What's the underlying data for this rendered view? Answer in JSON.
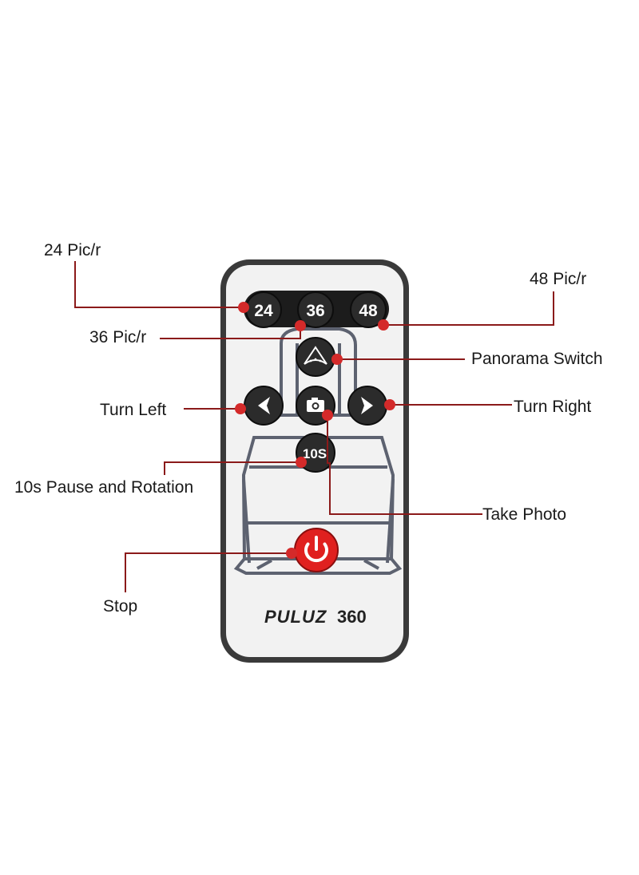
{
  "labels": {
    "pic24": "24 Pic/r",
    "pic36": "36 Pic/r",
    "pic48": "48 Pic/r",
    "panorama": "Panorama Switch",
    "turn_left": "Turn Left",
    "turn_right": "Turn Right",
    "pause": "10s Pause and Rotation",
    "take_photo": "Take Photo",
    "stop": "Stop"
  },
  "buttons": {
    "b24": "24",
    "b36": "36",
    "b48": "48",
    "b10s": "10S"
  },
  "brand": {
    "name": "PULUZ",
    "model": "360"
  },
  "icons": [
    "panorama-icon",
    "chevron-left-icon",
    "camera-icon",
    "chevron-right-icon",
    "power-icon"
  ],
  "colors": {
    "leader_line": "#8b1a1a",
    "marker_dot": "#d42a2a",
    "button": "#2b2b2b",
    "stop_button": "#e0201f",
    "remote_body": "#f2f2f2"
  }
}
